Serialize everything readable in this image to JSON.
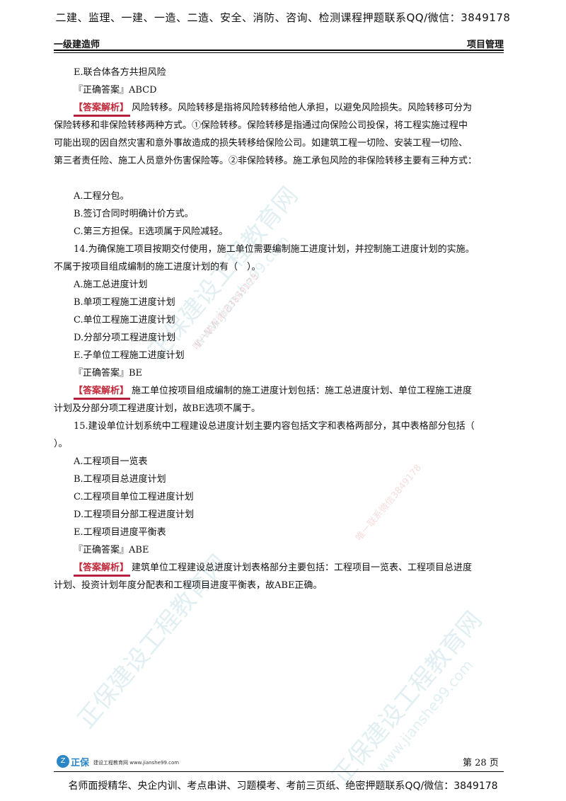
{
  "top_banner": "二建、监理、一建、一造、二造、安全、消防、咨询、检测课程押题联系QQ/微信：3849178",
  "header": {
    "left": "一级建造师",
    "right": "项目管理"
  },
  "blocks": [
    {
      "type": "opt",
      "text": "E.联合体各方共担风险"
    },
    {
      "type": "ans",
      "text": "『正确答案』ABCD"
    },
    {
      "type": "exp",
      "tag": "【答案解析】",
      "text": "风险转移。风险转移是指将风险转移给他人承担，以避免风险损失。风险转移可分为"
    },
    {
      "type": "plain",
      "text": "保险转移和非保险转移两种方式。①保险转移。保险转移是指通过向保险公司投保，将工程实施过程中"
    },
    {
      "type": "plain",
      "text": "可能出现的因自然灾害和意外事故造成的损失转移给保险公司。如建筑工程一切险、安装工程一切险、"
    },
    {
      "type": "plain",
      "text": "第三者责任险、施工人员意外伤害保险等。②非保险转移。施工承包风险的非保险转移主要有三种方式："
    },
    {
      "type": "blank",
      "text": ""
    },
    {
      "type": "opt",
      "text": "A.工程分包。"
    },
    {
      "type": "opt",
      "text": "B.签订合同时明确计价方式。"
    },
    {
      "type": "opt",
      "text": "C.第三方担保。E选项属于风险减轻。"
    },
    {
      "type": "q",
      "text": "14.为确保施工项目按期交付使用，施工单位需要编制施工进度计划，并控制施工进度计划的实施。"
    },
    {
      "type": "plain",
      "text": "不属于按项目组成编制的施工进度计划的有（　）。"
    },
    {
      "type": "opt",
      "text": "A.施工总进度计划"
    },
    {
      "type": "opt",
      "text": "B.单项工程施工进度计划"
    },
    {
      "type": "opt",
      "text": "C.单位工程施工进度计划"
    },
    {
      "type": "opt",
      "text": "D.分部分项工程进度计划"
    },
    {
      "type": "opt",
      "text": "E.子单位工程施工进度计划"
    },
    {
      "type": "ans",
      "text": "『正确答案』BE"
    },
    {
      "type": "exp",
      "tag": "【答案解析】",
      "text": "施工单位按项目组成编制的施工进度计划包括：施工总进度计划、单位工程施工进度"
    },
    {
      "type": "plain",
      "text": "计划及分部分项工程进度计划，故BE选项不属于。"
    },
    {
      "type": "q",
      "text": "15.建设单位计划系统中工程建设总进度计划主要内容包括文字和表格两部分，其中表格部分包括（"
    },
    {
      "type": "plain",
      "text": "）。"
    },
    {
      "type": "opt",
      "text": "A.工程项目一览表"
    },
    {
      "type": "opt",
      "text": "B.工程项目总进度计划"
    },
    {
      "type": "opt",
      "text": "C.工程项目单位工程进度计划"
    },
    {
      "type": "opt",
      "text": "D.工程项目分部工程进度计划"
    },
    {
      "type": "opt",
      "text": "E.工程项目进度平衡表"
    },
    {
      "type": "ans",
      "text": "『正确答案』ABE"
    },
    {
      "type": "exp",
      "tag": "【答案解析】",
      "text": "建筑单位工程建设总进度计划表格部分主要包括：工程项目一览表、工程项目总进度"
    },
    {
      "type": "plain",
      "text": "计划、投资计划年度分配表和工程项目进度平衡表，故ABE正确。"
    }
  ],
  "watermarks": {
    "brand": "正保建设工程教育网",
    "site": "www.jianshe99.com",
    "contact": "唯一联系微信3849178"
  },
  "footer": {
    "logo_brand": "正保",
    "logo_tag": "建设工程教育网 www.jianshe99.com",
    "page": "第 28 页",
    "bottom_banner": "名师面授精华、央企内训、考点串讲、习题模考、考前三页纸、绝密押题联系QQ/微信：3849178"
  }
}
